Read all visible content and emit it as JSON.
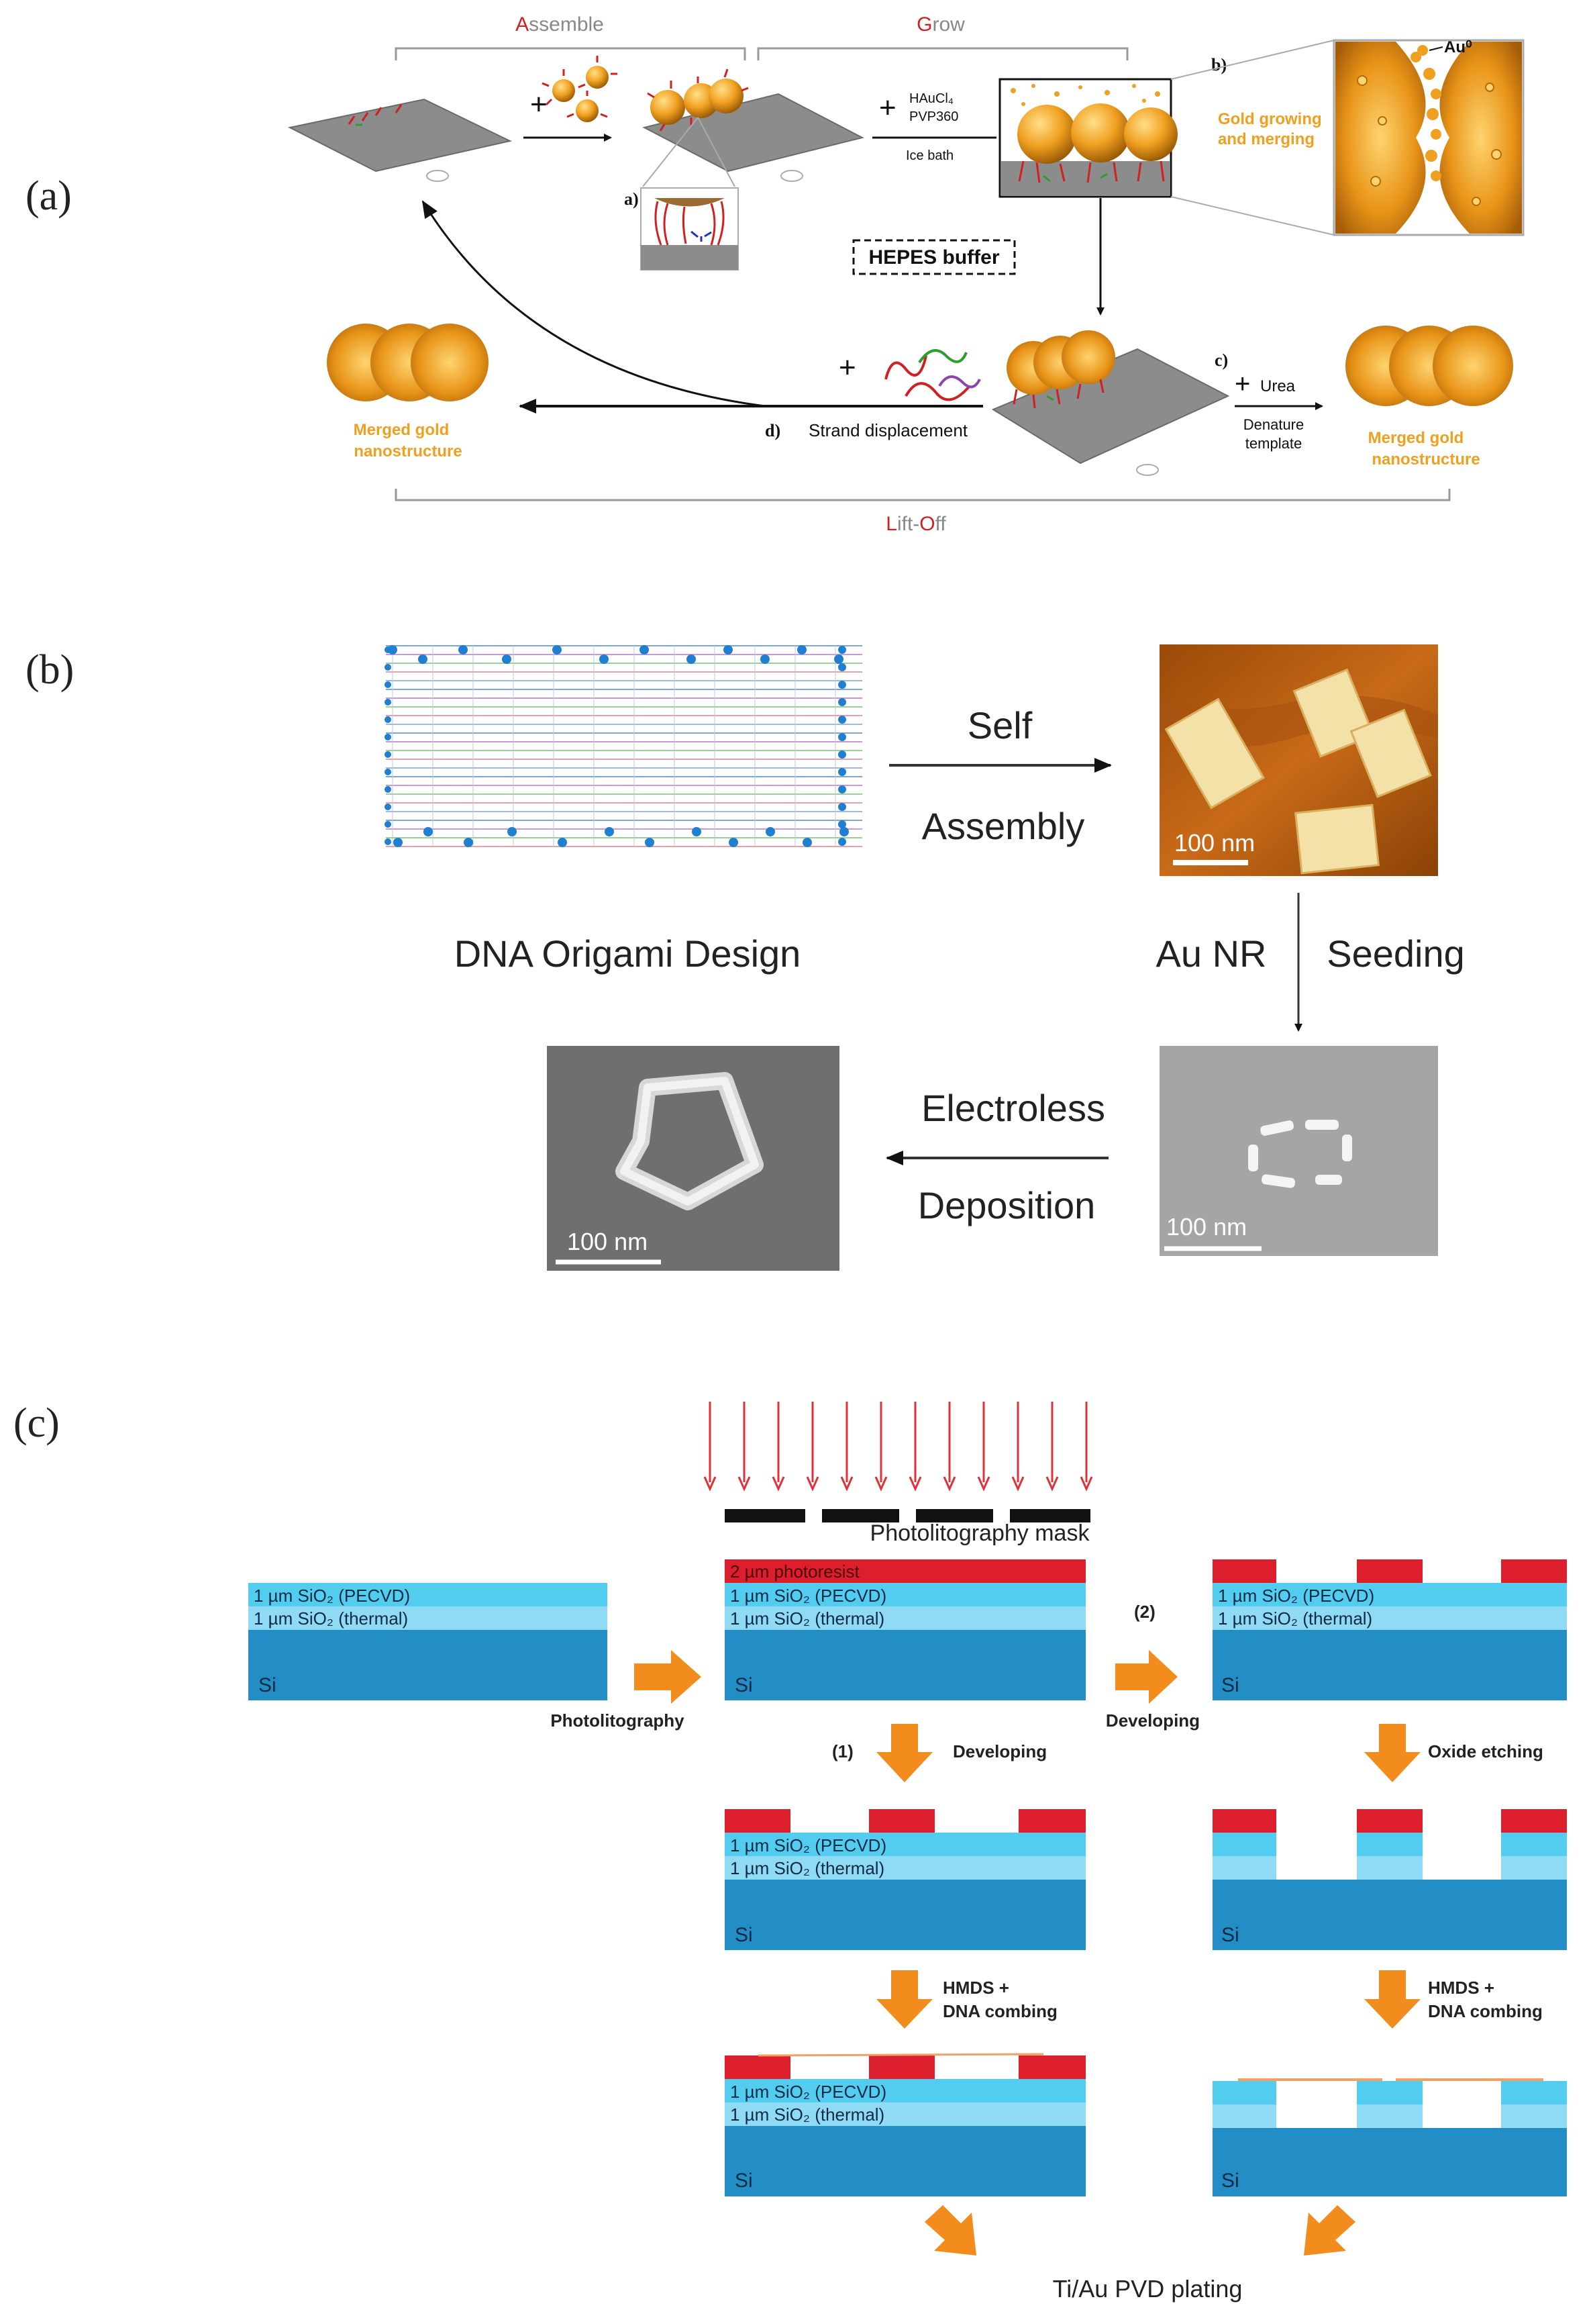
{
  "panel_labels": {
    "a": "(a)",
    "b": "(b)",
    "c": "(c)"
  },
  "panel_a": {
    "assemble": {
      "first": "A",
      "rest": "ssemble"
    },
    "grow": {
      "first": "G",
      "rest": "row"
    },
    "liftoff": {
      "p1": "L",
      "p2": "ift-",
      "p3": "O",
      "p4": "ff"
    },
    "reagent_1": "HAuCl₄",
    "reagent_2": "PVP360",
    "ice_bath": "Ice bath",
    "hepes": "HEPES buffer",
    "gold_growing_1": "Gold growing",
    "gold_growing_2": "and merging",
    "au0": "Au⁰",
    "label_a": "a)",
    "label_b": "b)",
    "label_c": "c)",
    "label_d": "d)",
    "strand_displacement": "Strand displacement",
    "urea": "Urea",
    "denature_1": "Denature",
    "denature_2": "template",
    "merged_left_1": "Merged gold",
    "merged_left_2": "nanostructure",
    "merged_right_1": "Merged gold",
    "merged_right_2": "nanostructure",
    "plus": "+"
  },
  "panel_b": {
    "design_label": "DNA Origami Design",
    "self": "Self",
    "assembly": "Assembly",
    "au_nr": "Au NR",
    "seeding": "Seeding",
    "electroless": "Electroless",
    "deposition": "Deposition",
    "scale_afm": "100 nm",
    "scale_sem1": "100 nm",
    "scale_sem2": "100 nm"
  },
  "panel_c": {
    "mask_label": "Photolitography mask",
    "photoresist": "2 µm photoresist",
    "sio2_pecvd": "1 µm SiO₂ (PECVD)",
    "sio2_thermal": "1 µm SiO₂ (thermal)",
    "si": "Si",
    "photolitography": "Photolitography",
    "developing_1": "Developing",
    "developing_2": "Developing",
    "step1": "(1)",
    "step2": "(2)",
    "oxide_etching": "Oxide etching",
    "hmds_1a": "HMDS +",
    "hmds_1b": "DNA combing",
    "hmds_2a": "HMDS +",
    "hmds_2b": "DNA combing",
    "plating": "Ti/Au PVD plating"
  },
  "colors": {
    "gold": "#f0a020",
    "substrate": "#8c8c8c",
    "photoresist": "#dc1e2d",
    "sio2_pecvd": "#52cdf0",
    "sio2_thermal": "#8fdaf4",
    "si": "#238ec6",
    "arrow_orange": "#f28c1c",
    "uv_red": "#e0303a",
    "afm_brown": "#b35d12",
    "red_text": "#d02020",
    "orange_text": "#f0a020"
  }
}
